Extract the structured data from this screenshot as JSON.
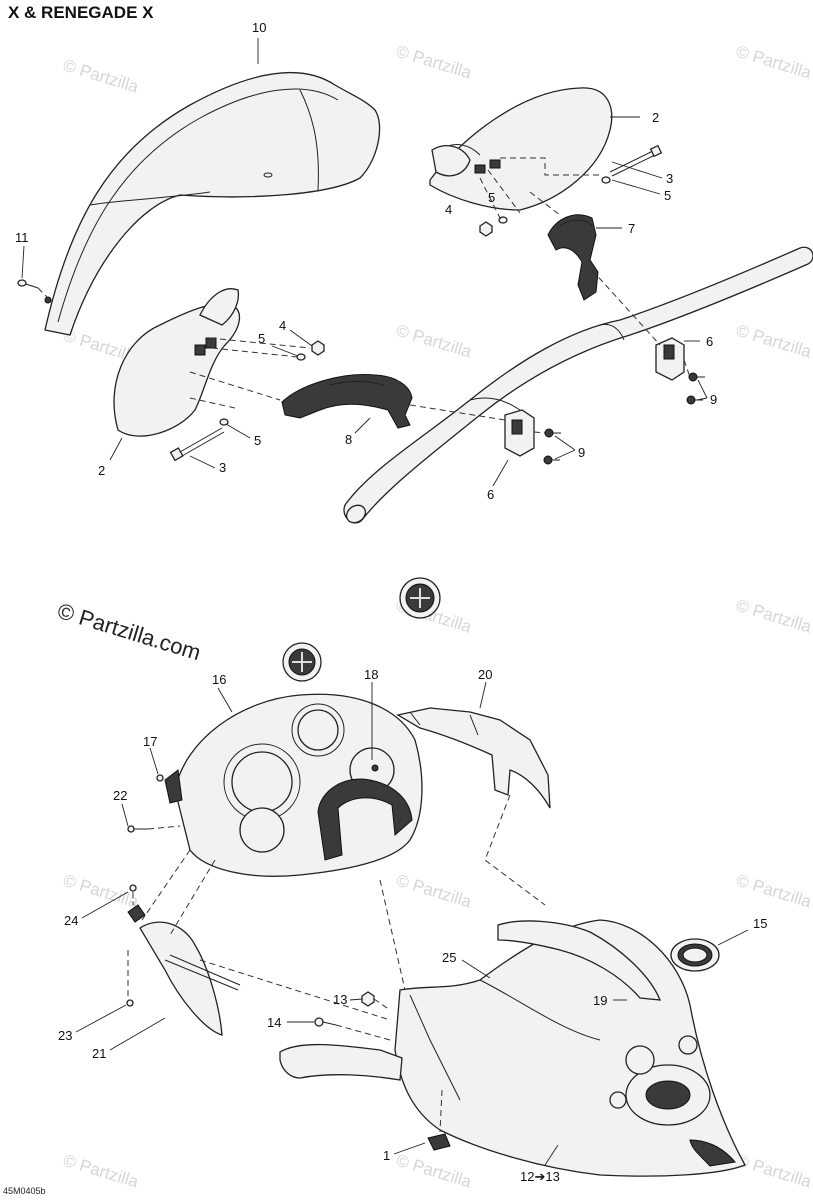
{
  "header": {
    "title": "X & RENEGADE X"
  },
  "footer": {
    "diagram_code": "45M0405b"
  },
  "copyright": "© Partzilla.com",
  "watermark_text": "© Partzilla",
  "callouts": {
    "c10": "10",
    "c11": "11",
    "c2_top": "2",
    "c3_top": "3",
    "c5_top_a": "5",
    "c5_top_b": "5",
    "c4_top": "4",
    "c7": "7",
    "c6_right": "6",
    "c9_right": "9",
    "c4_mid": "4",
    "c5_mid_a": "5",
    "c5_mid_b": "5",
    "c2_left": "2",
    "c3_left": "3",
    "c8": "8",
    "c9_mid": "9",
    "c6_mid": "6",
    "c16": "16",
    "c18": "18",
    "c20": "20",
    "c17": "17",
    "c22": "22",
    "c24": "24",
    "c23": "23",
    "c21": "21",
    "c15": "15",
    "c25": "25",
    "c13": "13",
    "c19": "19",
    "c14": "14",
    "c1": "1",
    "c12_13": "12➔13"
  },
  "colors": {
    "line": "#222222",
    "fill": "#f2f2f2",
    "watermark": "#d6d6d6"
  }
}
